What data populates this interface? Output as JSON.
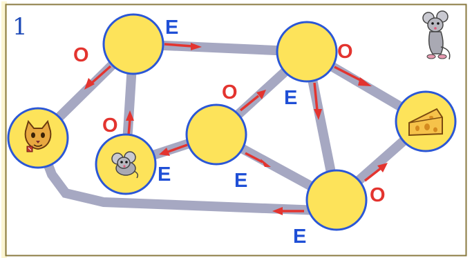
{
  "puzzle": {
    "number": "1"
  },
  "colors": {
    "road": "#a6a8c2",
    "node_fill": "#fde35a",
    "node_stroke": "#2b57d6",
    "arrow": "#e3342f",
    "label_o": "#e3342f",
    "label_e": "#1f4fd6",
    "frame": "#8a7a40",
    "left_band": "#fcf6d3"
  },
  "nodes": [
    {
      "id": "top-left",
      "content": ""
    },
    {
      "id": "top-right",
      "content": ""
    },
    {
      "id": "middle",
      "content": ""
    },
    {
      "id": "cat",
      "content": "cat-icon"
    },
    {
      "id": "mouse-start",
      "content": "mouse-icon"
    },
    {
      "id": "cheese",
      "content": "cheese-icon"
    },
    {
      "id": "bottom-right",
      "content": ""
    }
  ],
  "labels": {
    "O": "O",
    "E": "E"
  },
  "corner_icon": "mouse-standing-icon"
}
